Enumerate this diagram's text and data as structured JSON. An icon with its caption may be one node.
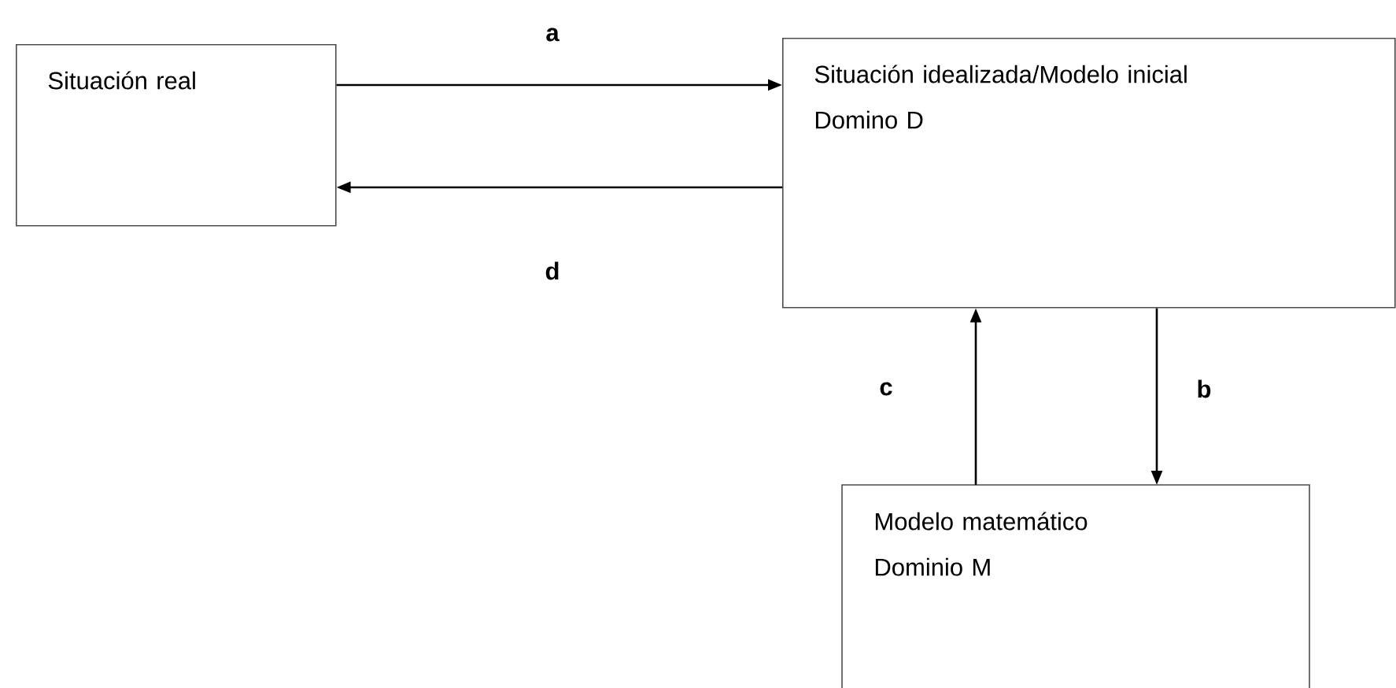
{
  "diagram": {
    "nodes": [
      {
        "text": [
          "Situación real"
        ]
      },
      {
        "text": [
          "Situación idealizada/Modelo inicial",
          "Domino D"
        ]
      },
      {
        "text": [
          "Modelo matemático",
          "Dominio M"
        ]
      }
    ],
    "edges": [
      {
        "from": 0,
        "to": 1,
        "arrow": "to",
        "label": "a"
      },
      {
        "from": 1,
        "to": 0,
        "arrow": "to",
        "label": "d"
      },
      {
        "from": 1,
        "to": 2,
        "arrow": "to",
        "label": "b"
      },
      {
        "from": 2,
        "to": 1,
        "arrow": "to",
        "label": "c"
      }
    ]
  }
}
